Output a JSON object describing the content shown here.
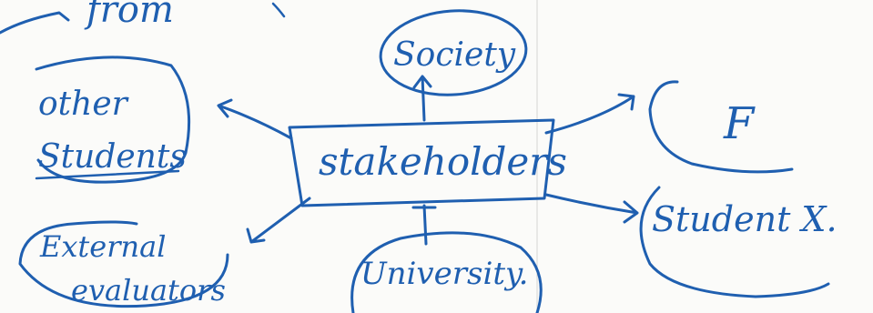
{
  "colors": {
    "ink": "#1f5fb0",
    "paper": "#fbfbf9",
    "fold_line": "#d4d4d4"
  },
  "top_fragment": "from",
  "center_node": "stakeholders",
  "nodes": {
    "society": "Society",
    "other_students_line1": "other",
    "other_students_line2": "Students",
    "external_line1": "External",
    "external_line2": "evaluators",
    "university": "University.",
    "f": "F",
    "student_x": "Student X."
  }
}
